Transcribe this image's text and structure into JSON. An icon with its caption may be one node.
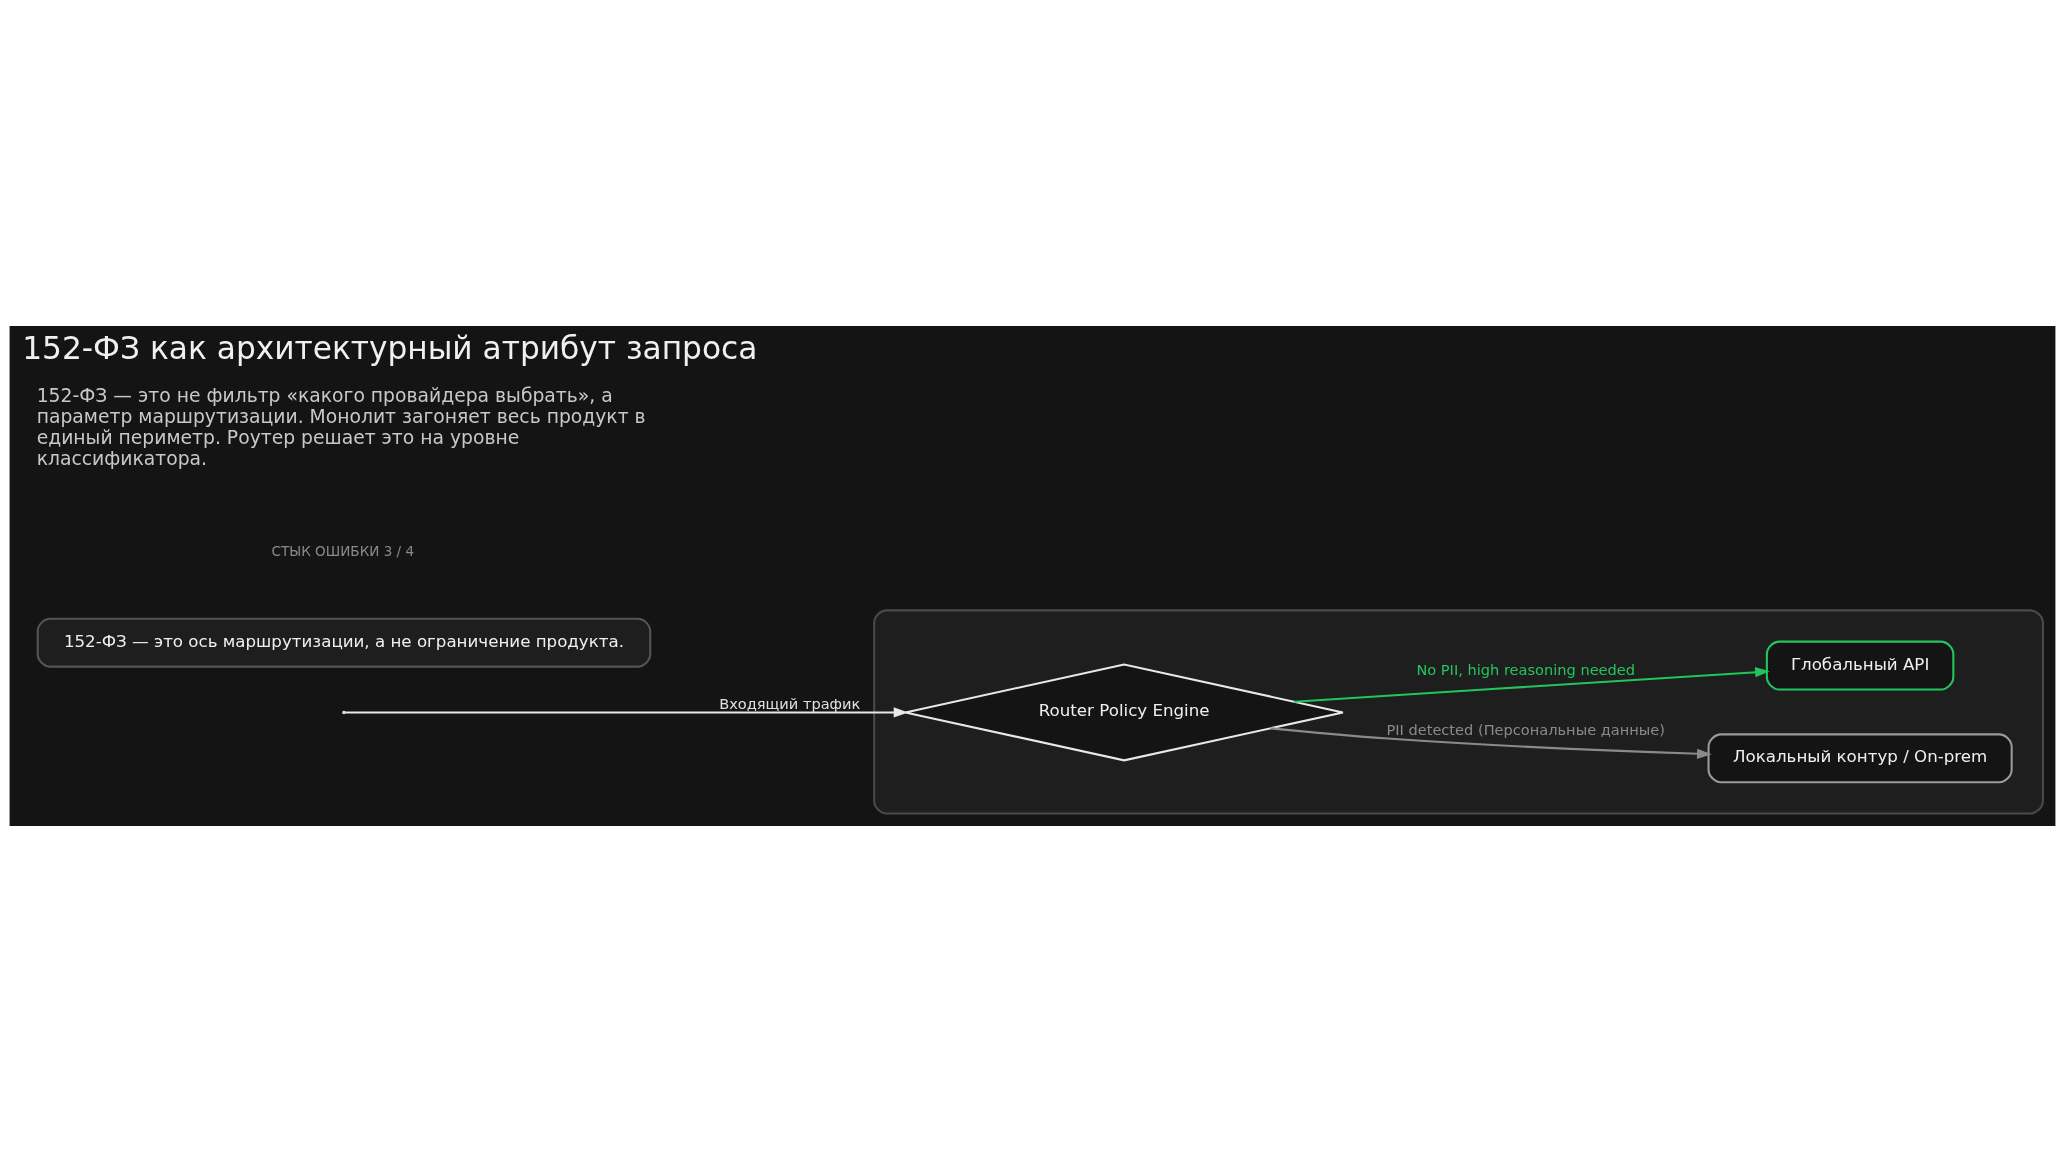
{
  "diagram": {
    "title": "152-ФЗ как архитектурный атрибут запроса",
    "nodes": [
      {
        "text": [],
        "shape": "box"
      },
      {
        "text": [
          "Router Policy Engine"
        ],
        "in": 0
      },
      {
        "text": [
          "Локальный контур / On-prem"
        ],
        "in": 0
      },
      {
        "text": [
          "Глобальный API"
        ],
        "in": 0
      },
      {
        "text": [
          "152-ФЗ — это ось маршрутизации, а не ограничение продукта."
        ]
      }
    ],
    "edges": [
      {
        "from": null,
        "to": 1,
        "arrow": "to",
        "label": "Входящий трафик"
      },
      {
        "from": 1,
        "to": 2,
        "arrow": "to",
        "label": "PII detected (Персональные данные)",
        "color": "#8a8a8a"
      },
      {
        "from": 1,
        "to": 3,
        "arrow": "to",
        "label": "No PII, high reasoning needed",
        "color": "#22c55e"
      }
    ],
    "labels": [
      "СТЫК ОШИБКИ 3 / 4",
      "152-ФЗ — это не фильтр «какого провайдера выбрать», а параметр маршрутизации. Монолит загоняет весь продукт в единый периметр. Роутер решает это на уровне классификатора."
    ]
  }
}
